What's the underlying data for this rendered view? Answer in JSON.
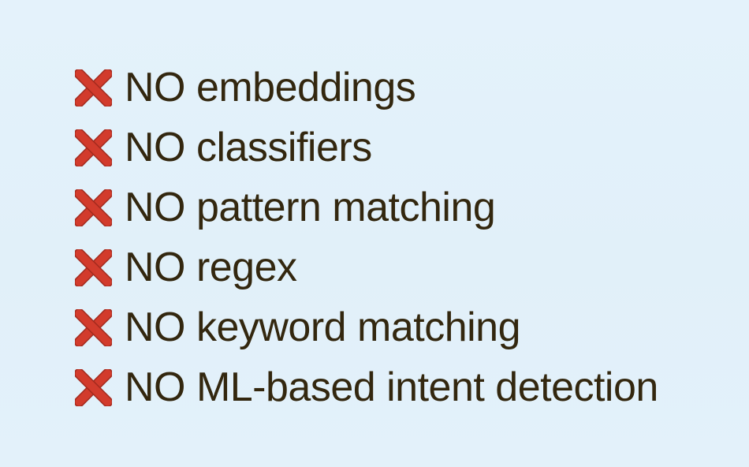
{
  "page": {
    "description": "Slide with list of rejected approaches",
    "colors": {
      "background": "#e2f1fa",
      "text": "#33270f",
      "cross": "#d23b2c",
      "cross_edge": "#a42b1f"
    }
  },
  "list": {
    "items": [
      {
        "icon": "red-cross-mark-icon",
        "label": "NO embeddings"
      },
      {
        "icon": "red-cross-mark-icon",
        "label": "NO classifiers"
      },
      {
        "icon": "red-cross-mark-icon",
        "label": "NO pattern matching"
      },
      {
        "icon": "red-cross-mark-icon",
        "label": "NO regex"
      },
      {
        "icon": "red-cross-mark-icon",
        "label": "NO keyword matching"
      },
      {
        "icon": "red-cross-mark-icon",
        "label": "NO ML-based intent detection"
      }
    ]
  }
}
